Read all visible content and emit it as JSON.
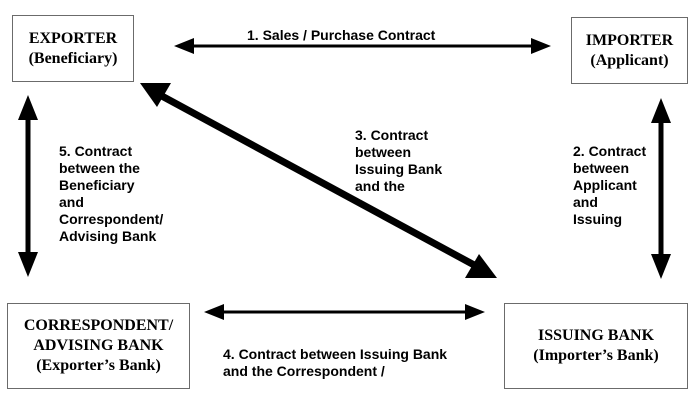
{
  "boxes": {
    "exporter": {
      "line1": "EXPORTER",
      "line2": "(Beneficiary)"
    },
    "importer": {
      "line1": "IMPORTER",
      "line2": "(Applicant)"
    },
    "correspondent": {
      "line1": "CORRESPONDENT/",
      "line2": "ADVISING BANK",
      "line3": "(Exporter’s Bank)"
    },
    "issuing": {
      "line1": "ISSUING BANK",
      "line2": "(Importer’s Bank)"
    }
  },
  "contracts": {
    "c1": {
      "lines": [
        "1. Sales / Purchase Contract"
      ]
    },
    "c2": {
      "lines": [
        "2. Contract",
        "between",
        "Applicant",
        "and",
        "Issuing"
      ]
    },
    "c3": {
      "lines": [
        "3. Contract",
        "between",
        "Issuing Bank",
        "and the"
      ]
    },
    "c4": {
      "lines": [
        "4. Contract between Issuing Bank",
        "and the Correspondent /"
      ]
    },
    "c5": {
      "lines": [
        "5. Contract",
        "between the",
        "Beneficiary",
        "and",
        "Correspondent/",
        "Advising Bank"
      ]
    }
  }
}
